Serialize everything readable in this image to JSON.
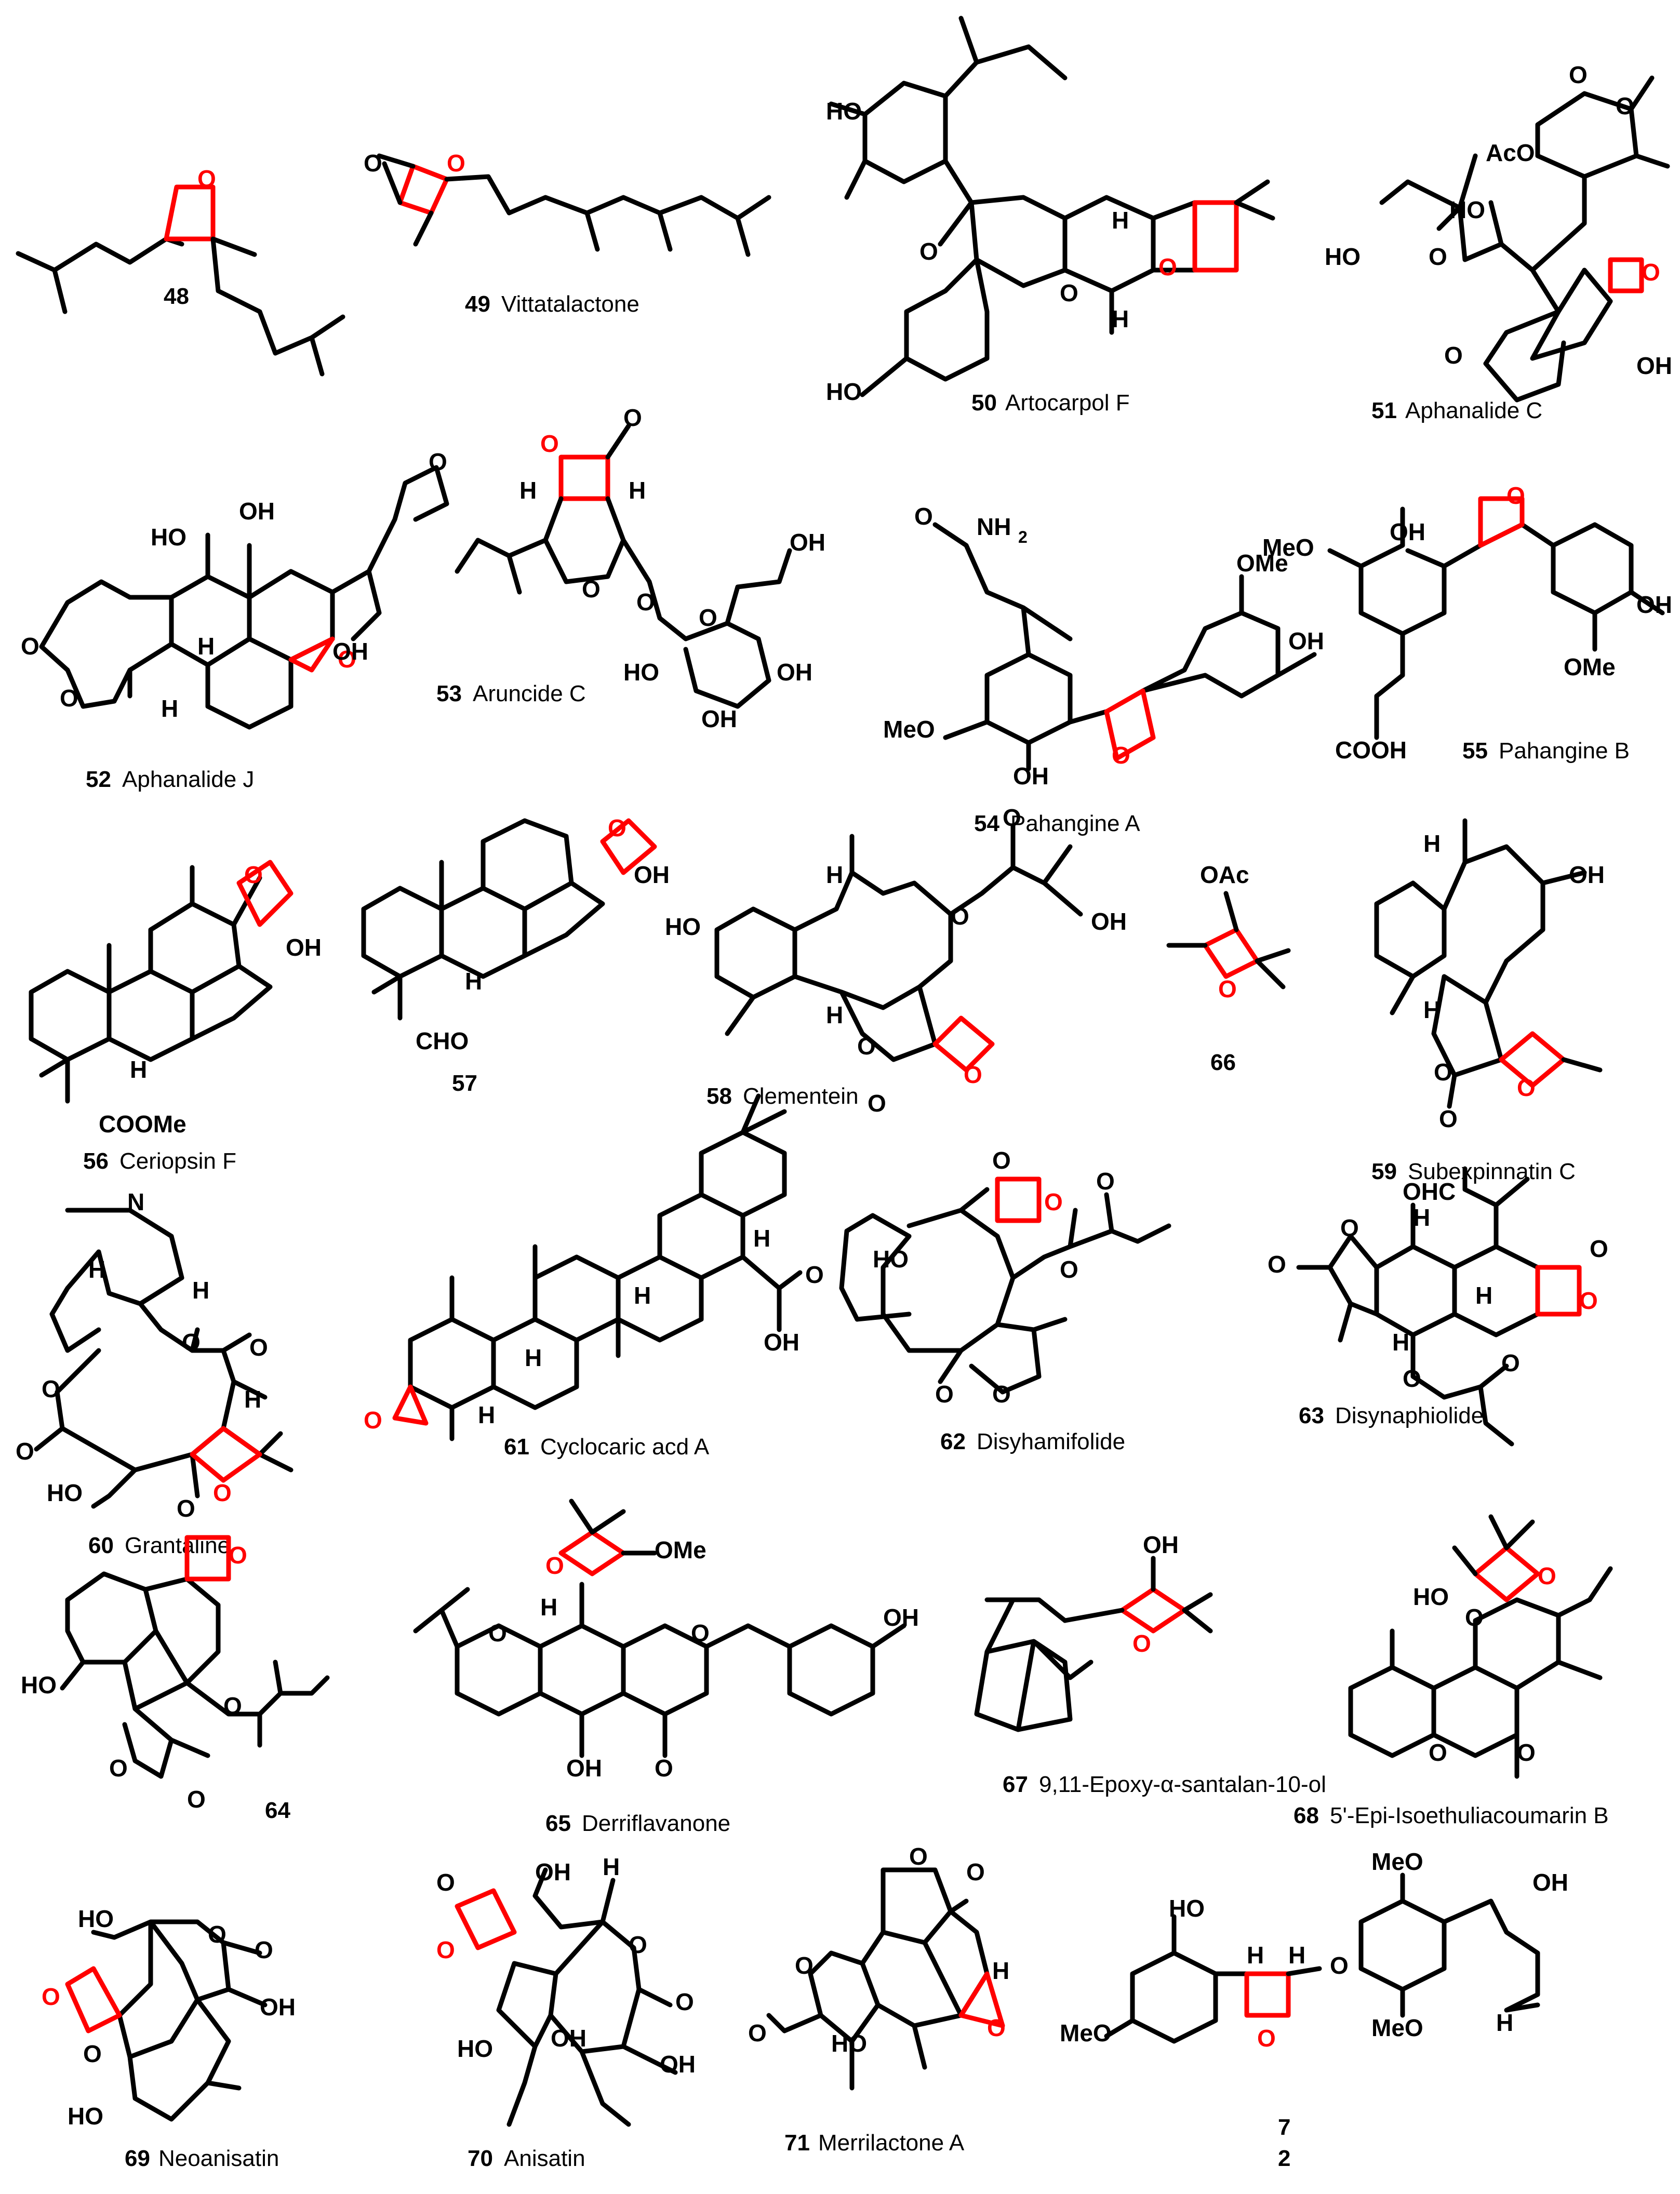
{
  "colors": {
    "bond": "#000000",
    "oxetane_ring": "#ff0000",
    "background": "#ffffff"
  },
  "compounds": [
    {
      "id": "48",
      "name": ""
    },
    {
      "id": "49",
      "name": "Vittatalactone"
    },
    {
      "id": "50",
      "name": "Artocarpol F"
    },
    {
      "id": "51",
      "name": "Aphanalide C"
    },
    {
      "id": "52",
      "name": "Aphanalide J"
    },
    {
      "id": "53",
      "name": "Aruncide C"
    },
    {
      "id": "54",
      "name": "Pahangine A"
    },
    {
      "id": "55",
      "name": "Pahangine B"
    },
    {
      "id": "56",
      "name": "Ceriopsin F"
    },
    {
      "id": "57",
      "name": ""
    },
    {
      "id": "58",
      "name": "Clementein"
    },
    {
      "id": "66",
      "name": ""
    },
    {
      "id": "59",
      "name": "Subexpinnatin C"
    },
    {
      "id": "60",
      "name": "Grantaline"
    },
    {
      "id": "61",
      "name": "Cyclocaric acd A"
    },
    {
      "id": "62",
      "name": "Disyhamifolide"
    },
    {
      "id": "63",
      "name": "Disynaphiolide"
    },
    {
      "id": "64",
      "name": ""
    },
    {
      "id": "65",
      "name": "Derriflavanone"
    },
    {
      "id": "67",
      "name": "9,11-Epoxy-α-santalan-10-ol"
    },
    {
      "id": "68",
      "name": "5'-Epi-Isoethuliacoumarin B"
    },
    {
      "id": "69",
      "name": "Neoanisatin"
    },
    {
      "id": "70",
      "name": "Anisatin"
    },
    {
      "id": "71",
      "name": "Merrilactone A"
    },
    {
      "id": "7\n2",
      "name": ""
    }
  ],
  "atom_labels": {
    "O": "O",
    "OH": "OH",
    "HO": "HO",
    "H": "H",
    "N": "N",
    "OMe": "OMe",
    "MeO": "MeO",
    "AcO": "AcO",
    "OAc": "OAc",
    "NH2": "NH",
    "NH2_sub": "2",
    "CHO": "CHO",
    "OHC": "OHC",
    "COOH": "COOH",
    "COOMe": "COOMe",
    "num_7": "7",
    "num_2": "2"
  }
}
